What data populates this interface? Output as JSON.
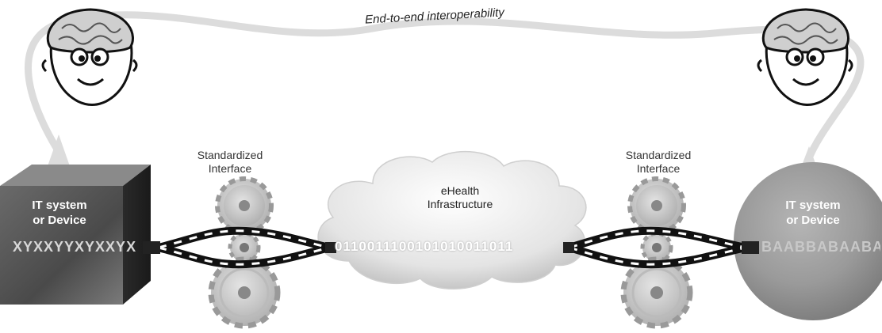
{
  "caption": "End-to-end interoperability",
  "interfaces": [
    {
      "label_line1": "Standardized",
      "label_line2": "Interface"
    },
    {
      "label_line1": "Standardized",
      "label_line2": "Interface"
    }
  ],
  "cloud": {
    "line1": "eHealth",
    "line2": "Infrastructure",
    "bits": "0110011100101010011011"
  },
  "devices": [
    {
      "line1": "IT system",
      "line2": "or Device",
      "code": "XYXXYYXYXXYX"
    },
    {
      "line1": "IT system",
      "line2": "or Device",
      "code": "BAABBABAABABBA"
    }
  ]
}
